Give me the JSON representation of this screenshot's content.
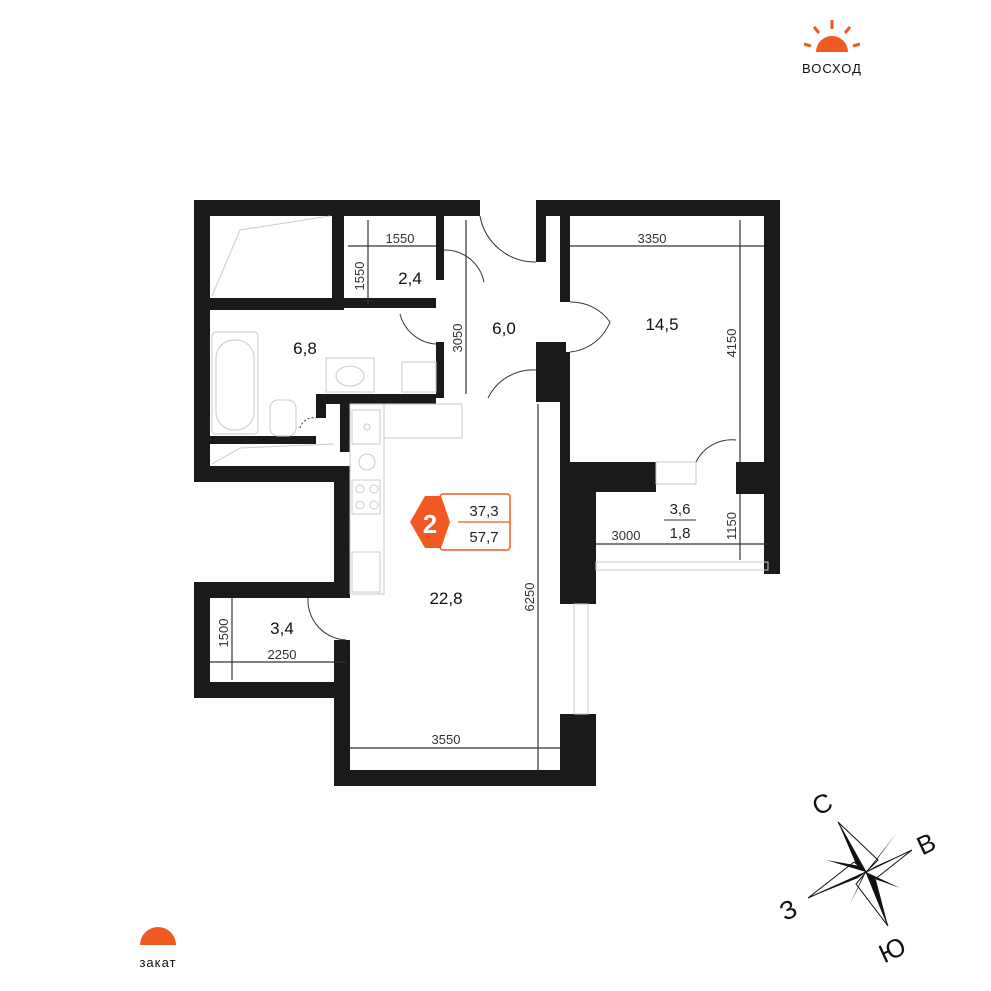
{
  "sunrise": {
    "label": "ВОСХОД",
    "color": "#F05A22",
    "icon": "sunrise-icon"
  },
  "sunset": {
    "label": "закат",
    "color": "#F05A22",
    "icon": "sunset-icon"
  },
  "badge": {
    "rooms": "2",
    "living_area": "37,3",
    "total_area": "57,7",
    "color": "#F05A22"
  },
  "rooms": {
    "storage": "2,4",
    "corridor": "6,0",
    "bedroom": "14,5",
    "bathroom": "6,8",
    "kitchen_living": "22,8",
    "wardrobe": "3,4",
    "balcony_top": "3,6",
    "balcony_bottom": "1,8"
  },
  "dimensions": {
    "storage_width": "1550",
    "storage_height": "1550",
    "corridor_height": "3050",
    "bedroom_width": "3350",
    "bedroom_height": "4150",
    "balcony_width": "3000",
    "balcony_height": "1150",
    "living_height": "6250",
    "living_width": "3550",
    "wardrobe_height": "1500",
    "wardrobe_width": "2250"
  },
  "compass": {
    "north": "С",
    "east": "В",
    "south": "Ю",
    "west": "З"
  }
}
